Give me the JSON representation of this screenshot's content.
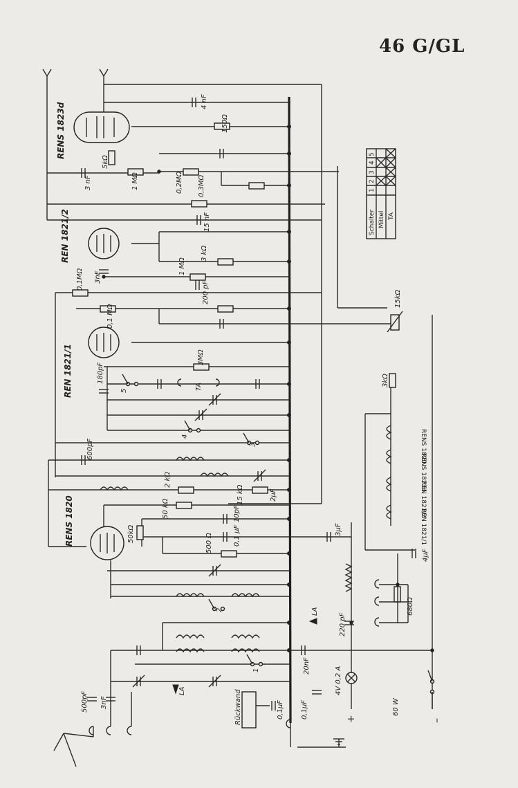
{
  "title": "46 G/GL",
  "tubes": [
    "RENS 1823d",
    "REN 1821/2",
    "REN 1821/1",
    "RENS 1820"
  ],
  "switch_table": {
    "col_headers": [
      "1",
      "2",
      "3",
      "4",
      "5"
    ],
    "rows": [
      {
        "label": "Schalter"
      },
      {
        "label": "Mittel"
      },
      {
        "label": "TA"
      }
    ]
  },
  "filament_chain": [
    "RENS 1820",
    "RENS 1823d",
    "REN 1821/2",
    "REN 1821/1"
  ],
  "labels": {
    "c_4nf": "4 nF",
    "r_150": "150Ω",
    "r_5k": "5kΩ",
    "c_3nf_a": "3 nF",
    "r_1m_a": "1 MΩ",
    "r_02m": "0,2MΩ",
    "r_03m": "0,3MΩ",
    "c_15nf": "15 nF",
    "r_3k_a": "3 kΩ",
    "r_1m_b": "1 MΩ",
    "c_200pf": "200 pF",
    "r_01m_a": "0,1MΩ",
    "c_3nf_b": "3nF",
    "r_01m_b": "0,1 MΩ",
    "r_15k_pot": "15kΩ",
    "r_3m": "3MΩ",
    "c_180pf": "180pF",
    "ta": "TA",
    "r_3k_b": "3kΩ",
    "c_600pf": "600pF",
    "r_2k": "2 kΩ",
    "r_15k": "15 kΩ",
    "c_2uf": "2μF",
    "r_50k_a": "50 kΩ",
    "c_10pf": "10pF",
    "r_50k_b": "50kΩ",
    "r_500": "500 Ω",
    "c_01uf_a": "0,1 μF",
    "c_3uf": "3μF",
    "c_4uf": "4μF",
    "r_680": "680Ω",
    "la_a": "LA",
    "c_220pf": "220 pF",
    "c_20nf": "20nF",
    "lamp": "4V 0,2 A",
    "c_500pf": "500pF",
    "c_3nf_c": "3nF",
    "la_b": "LA",
    "rueckwand": "Rückwand",
    "c_01uf_b": "0,1μF",
    "c_01uf_c": "0,1μF",
    "plus": "+",
    "minus": "–",
    "power": "60 W",
    "sw_5": "5",
    "sw_4": "4",
    "sw_3": "3",
    "sw_2": "2",
    "sw_1": "1"
  }
}
